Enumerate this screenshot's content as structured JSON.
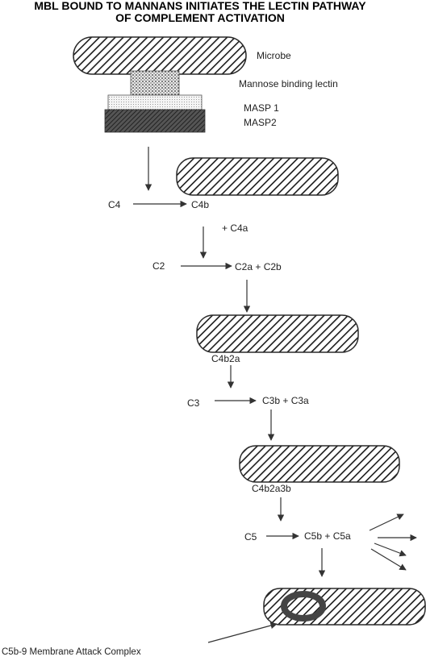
{
  "title": {
    "line1": "MBL BOUND TO MANNANS INITIATES THE LECTIN PATHWAY",
    "line2": "OF COMPLEMENT ACTIVATION"
  },
  "labels": {
    "microbe": "Microbe",
    "mbl": "Mannose binding lectin",
    "masp1": "MASP 1",
    "masp2": "MASP2",
    "c4": "C4",
    "c4b": "C4b",
    "plus_c4a": "+ C4a",
    "c2": "C2",
    "c2a_c2b": "C2a  + C2b",
    "c4b2a": "C4b2a",
    "c3": "C3",
    "c3b_c3a": "C3b + C3a",
    "c4b2a3b": "C4b2a3b",
    "c5": "C5",
    "c5b_c5a": "C5b + C5a",
    "mac": "C5b-9  Membrane Attack Complex"
  },
  "colors": {
    "hatch": "#1a1a1a",
    "outline": "#2a2a2a",
    "arrow": "#333333",
    "masp2_fill": "#3a3a3a",
    "mac_ring": "#444444"
  }
}
